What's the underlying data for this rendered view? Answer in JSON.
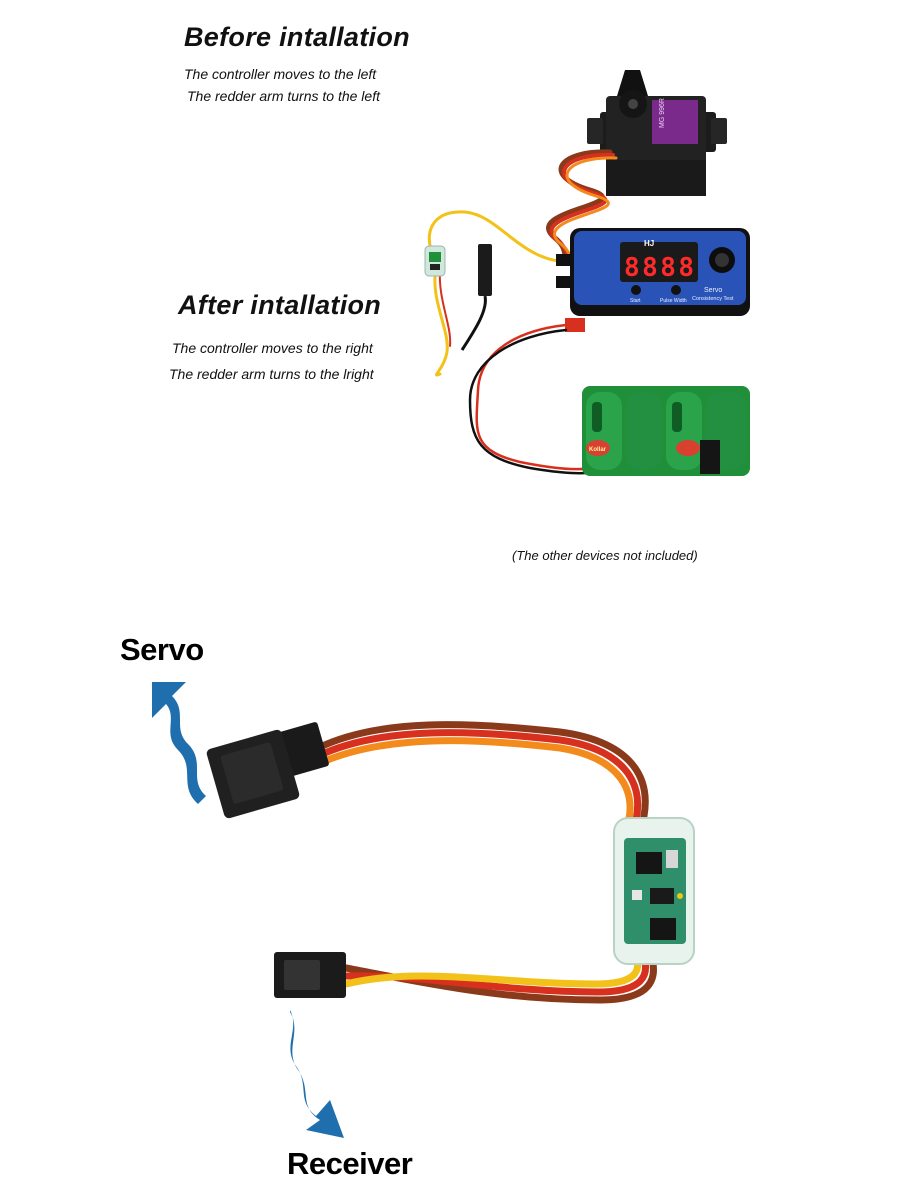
{
  "before": {
    "title": "Before intallation",
    "line1": "The controller moves to the left",
    "line2": "The redder arm turns to the left"
  },
  "after": {
    "title": "After intallation",
    "line1": "The controller moves to the right",
    "line2": "The redder arm turns to the lright"
  },
  "note": "(The other devices not included)",
  "tester": {
    "brand": "HJ",
    "name": "Servo",
    "subtitle": "Consistency Test",
    "button_left": "Start",
    "button_right": "Pulse Width",
    "display": "8888"
  },
  "servo_label": "MG 996R",
  "battery_label": "Kollar",
  "labels": {
    "servo": "Servo",
    "receiver": "Receiver"
  },
  "colors": {
    "arrow": "#1f6fae",
    "tester_body": "#2a53b8",
    "display_red": "#ff2a2a",
    "battery_green": "#1f8f3a",
    "wire_orange": "#f28a1c",
    "wire_red": "#d8301e",
    "wire_brown": "#8a3a1a",
    "wire_yellow": "#f2c21a"
  }
}
